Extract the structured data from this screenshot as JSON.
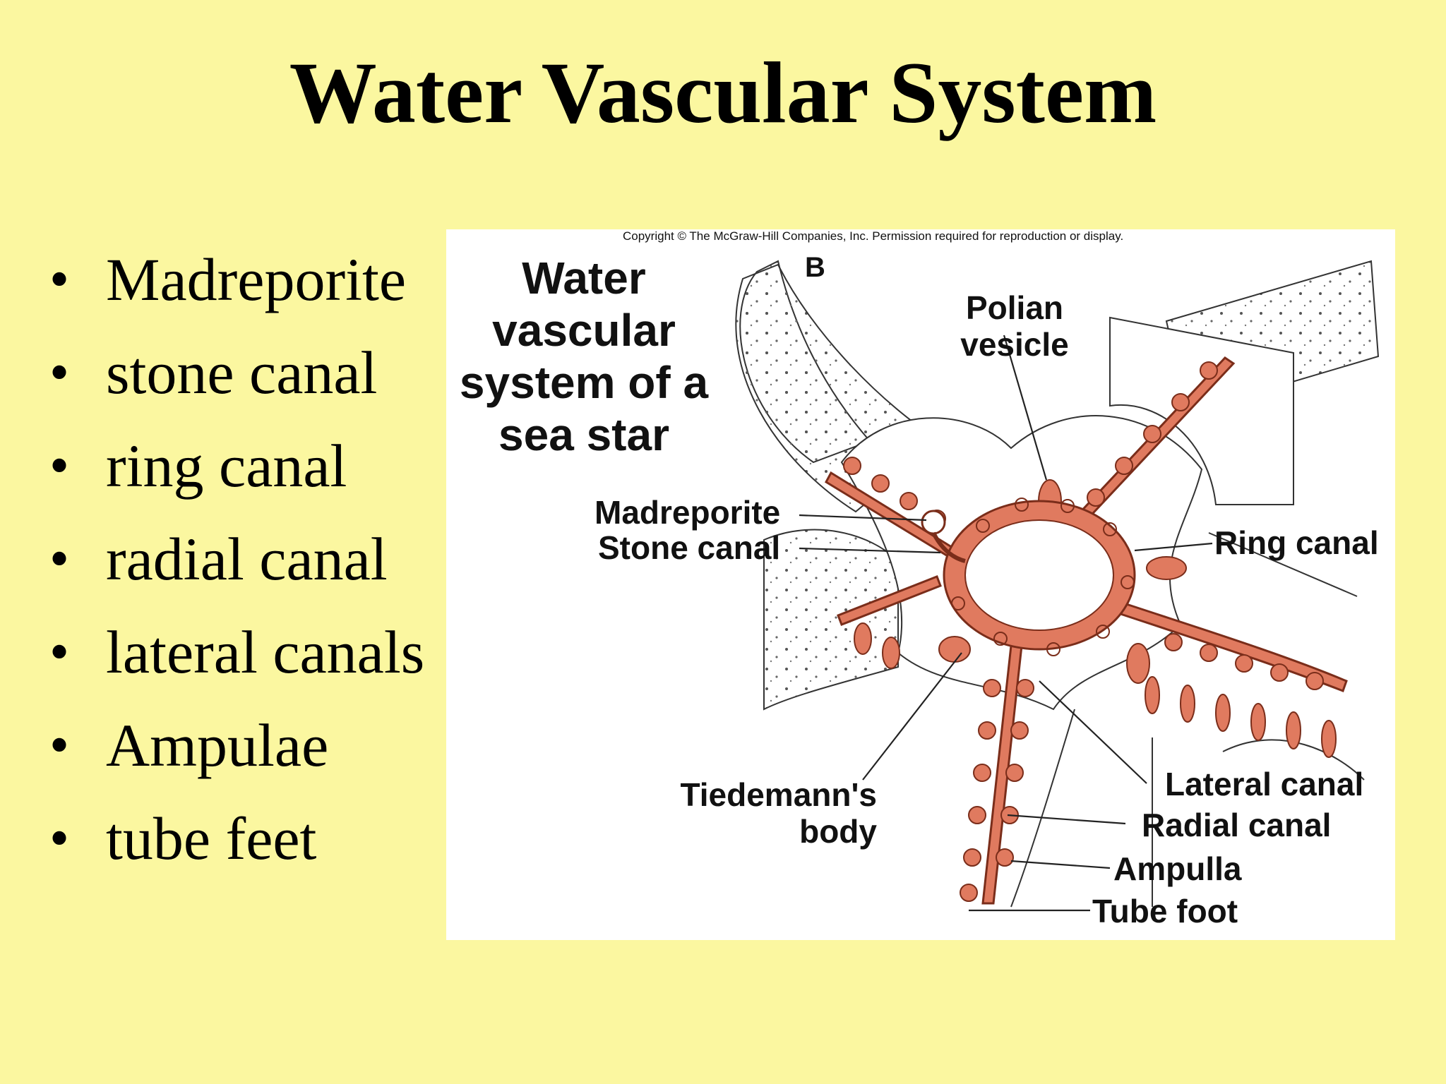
{
  "slide": {
    "title": "Water Vascular System",
    "bullets": [
      "Madreporite",
      "stone canal",
      "ring canal",
      "radial canal",
      "lateral canals",
      "Ampulae",
      "tube feet"
    ]
  },
  "figure": {
    "copyright": "Copyright © The McGraw-Hill Companies, Inc. Permission required for reproduction or display.",
    "title": "Water vascular system of a sea star",
    "panel_letter": "B",
    "labels": {
      "polian_vesicle": "Polian vesicle",
      "madreporite": "Madreporite",
      "stone_canal": "Stone canal",
      "ring_canal": "Ring canal",
      "tiedemanns_body": "Tiedemann's body",
      "lateral_canal": "Lateral canal",
      "radial_canal": "Radial canal",
      "ampulla": "Ampulla",
      "tube_foot": "Tube foot"
    }
  },
  "colors": {
    "background": "#fbf7a0",
    "canal": "#e07a5f",
    "canal_outline": "#7a2d1a"
  }
}
